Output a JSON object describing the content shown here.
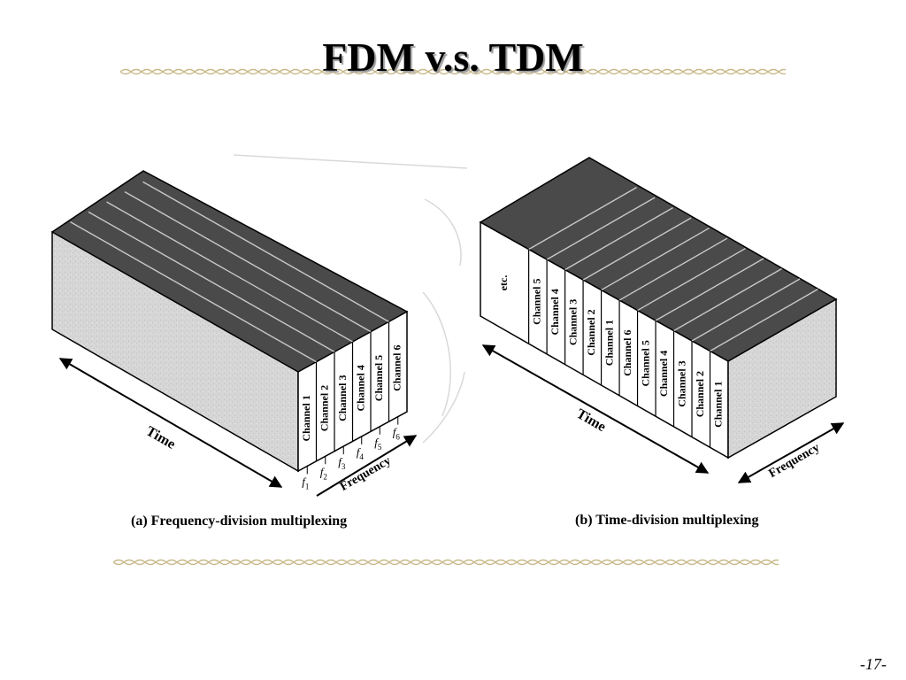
{
  "slide": {
    "title": "FDM v.s. TDM",
    "page_number": "-17-"
  },
  "fdm": {
    "caption": "(a) Frequency-division multiplexing",
    "channels": [
      "Channel 1",
      "Channel 2",
      "Channel 3",
      "Channel 4",
      "Channel 5",
      "Channel 6"
    ],
    "freq_labels": [
      "f1",
      "f2",
      "f3",
      "f4",
      "f5",
      "f6"
    ],
    "time_label": "Time",
    "frequency_label": "Frequency"
  },
  "tdm": {
    "caption": "(b) Time-division multiplexing",
    "channels": [
      "etc.",
      "Channel 5",
      "Channel 4",
      "Channel 3",
      "Channel 2",
      "Channel 1",
      "Channel 6",
      "Channel 5",
      "Channel 4",
      "Channel 3",
      "Channel 2",
      "Channel 1"
    ],
    "time_label": "Time",
    "frequency_label": "Frequency"
  },
  "colors": {
    "top_face": "#4a4a4a",
    "side_face": "#d4d4d4",
    "rule": "#c9b98a"
  }
}
